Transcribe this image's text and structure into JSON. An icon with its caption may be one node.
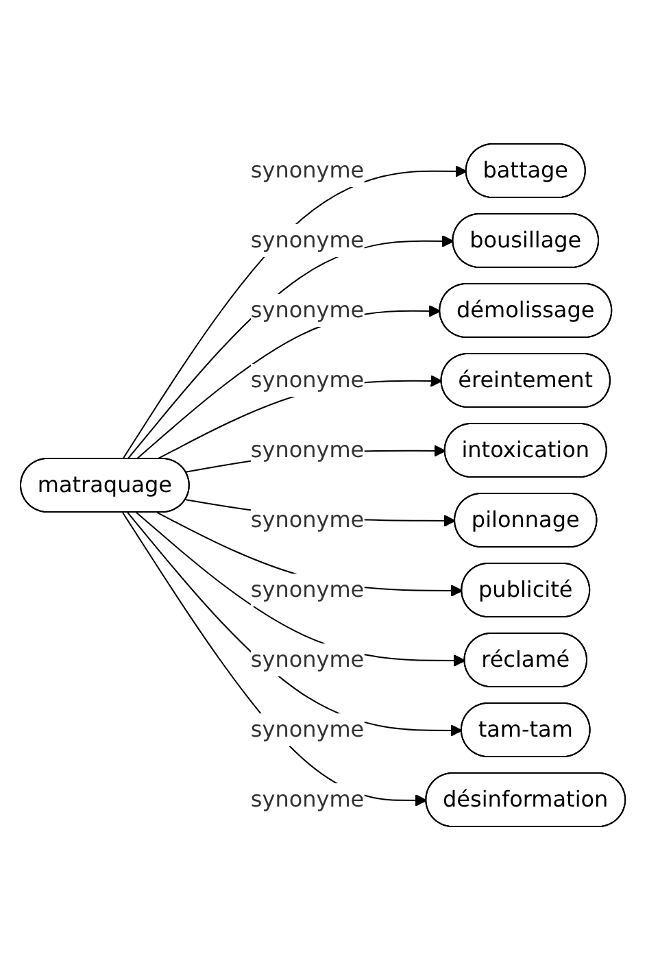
{
  "diagram": {
    "nodes": [
      {
        "text": [
          "matraquage"
        ]
      },
      {
        "text": [
          "battage"
        ]
      },
      {
        "text": [
          "bousillage"
        ]
      },
      {
        "text": [
          "démolissage"
        ]
      },
      {
        "text": [
          "éreintement"
        ]
      },
      {
        "text": [
          "intoxication"
        ]
      },
      {
        "text": [
          "pilonnage"
        ]
      },
      {
        "text": [
          "publicité"
        ]
      },
      {
        "text": [
          "réclamé"
        ]
      },
      {
        "text": [
          "tam-tam"
        ]
      },
      {
        "text": [
          "désinformation"
        ]
      }
    ],
    "edges": [
      {
        "from": 0,
        "to": 1,
        "arrow": "to",
        "label": "synonyme"
      },
      {
        "from": 0,
        "to": 2,
        "arrow": "to",
        "label": "synonyme"
      },
      {
        "from": 0,
        "to": 3,
        "arrow": "to",
        "label": "synonyme"
      },
      {
        "from": 0,
        "to": 4,
        "arrow": "to",
        "label": "synonyme"
      },
      {
        "from": 0,
        "to": 5,
        "arrow": "to",
        "label": "synonyme"
      },
      {
        "from": 0,
        "to": 6,
        "arrow": "to",
        "label": "synonyme"
      },
      {
        "from": 0,
        "to": 7,
        "arrow": "to",
        "label": "synonyme"
      },
      {
        "from": 0,
        "to": 8,
        "arrow": "to",
        "label": "synonyme"
      },
      {
        "from": 0,
        "to": 9,
        "arrow": "to",
        "label": "synonyme"
      },
      {
        "from": 0,
        "to": 10,
        "arrow": "to",
        "label": "synonyme"
      }
    ]
  }
}
